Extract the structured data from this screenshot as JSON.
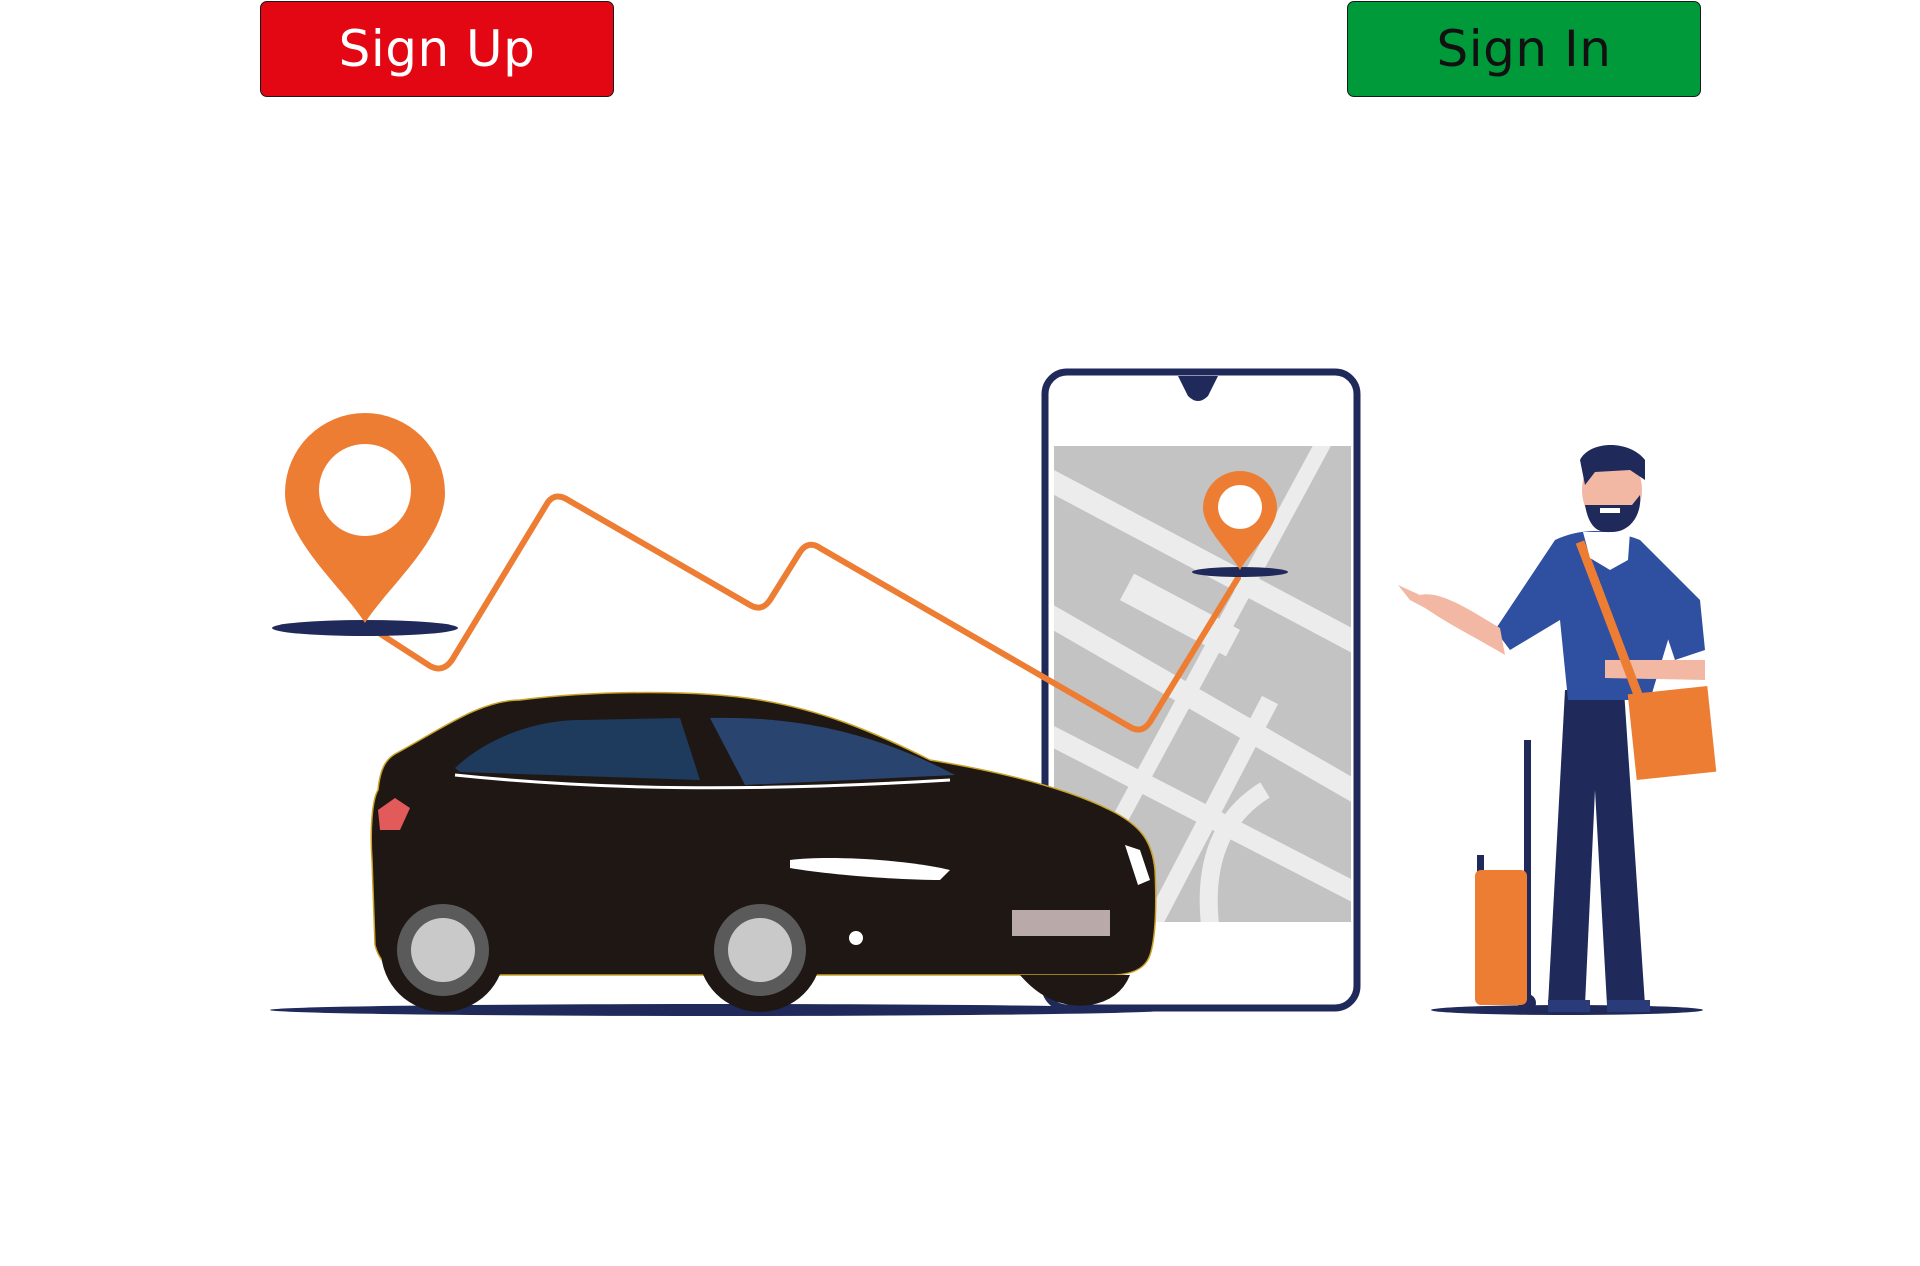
{
  "header": {
    "signup_label": "Sign Up",
    "signin_label": "Sign In"
  },
  "colors": {
    "signup_bg": "#e30613",
    "signin_bg": "#009a3a",
    "accent_orange": "#ee7d34",
    "navy": "#1f2a5a",
    "car_body": "#1e1714"
  },
  "illustration": {
    "icons": [
      "start-location-pin-icon",
      "destination-location-pin-icon",
      "route-line",
      "car-illustration",
      "smartphone-map-illustration",
      "traveler-illustration",
      "suitcase-icon"
    ]
  }
}
